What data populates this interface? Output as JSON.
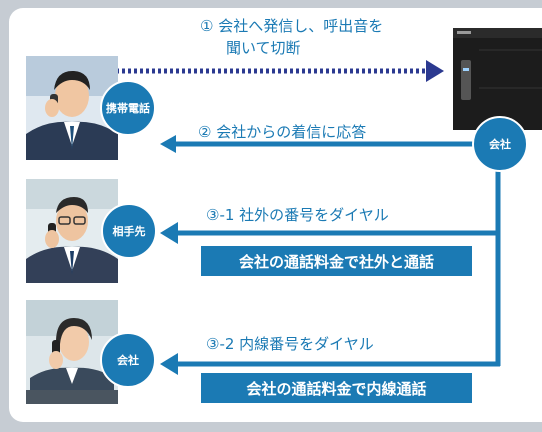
{
  "steps": {
    "step1_line1": "① 会社へ発信し、呼出音を",
    "step1_line2": "聞いて切断",
    "step2": "② 会社からの着信に応答",
    "step3_1": "③-1 社外の番号をダイヤル",
    "step3_2": "③-2 内線番号をダイヤル"
  },
  "badges": {
    "mobile": "携帯電話",
    "partner": "相手先",
    "company_pbx": "会社",
    "company_person": "会社"
  },
  "banners": {
    "external": "会社の通話料金で社外と通話",
    "internal": "会社の通話料金で内線通話"
  },
  "colors": {
    "accent": "#1b7ab4",
    "dotted_arrow": "#2b3990",
    "background": "#c6ccd3"
  }
}
